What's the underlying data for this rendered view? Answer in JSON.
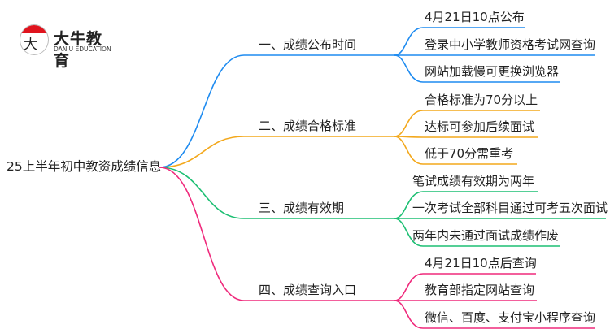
{
  "logo": {
    "mark": "大牛",
    "name": "大牛教育",
    "subtitle": "DANIU EDUCATION"
  },
  "root": "25上半年初中教资成绩信息",
  "colors": {
    "blue": "#1e8bf0",
    "orange": "#f3a81c",
    "green": "#1dbf73",
    "pink": "#ef2a7c"
  },
  "branches": [
    {
      "label": "一、成绩公布时间",
      "color": "blue",
      "leaves": [
        "4月21日10点公布",
        "登录中小学教师资格考试网查询",
        "网站加载慢可更换浏览器"
      ]
    },
    {
      "label": "二、成绩合格标准",
      "color": "orange",
      "leaves": [
        "合格标准为70分以上",
        "达标可参加后续面试",
        "低于70分需重考"
      ]
    },
    {
      "label": "三、成绩有效期",
      "color": "green",
      "leaves": [
        "笔试成绩有效期为两年",
        "一次考试全部科目通过可考五次面试",
        "两年内未通过面试成绩作废"
      ]
    },
    {
      "label": "四、成绩查询入口",
      "color": "pink",
      "leaves": [
        "4月21日10点后查询",
        "教育部指定网站查询",
        "微信、百度、支付宝小程序查询"
      ]
    }
  ]
}
